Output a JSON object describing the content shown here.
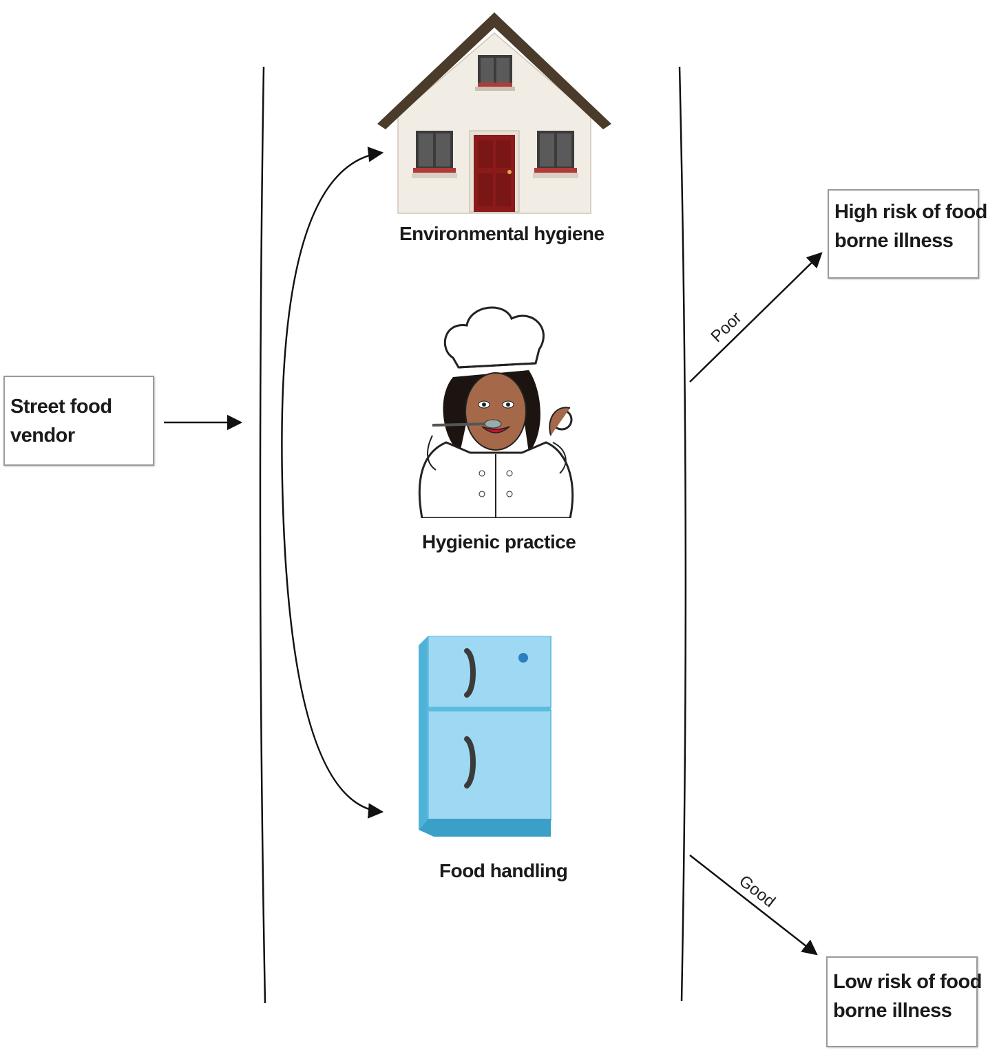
{
  "nodes": {
    "vendor": {
      "lines": [
        "Street food",
        "vendor"
      ]
    },
    "high_risk": {
      "lines": [
        "High risk of food",
        "borne illness"
      ]
    },
    "low_risk": {
      "lines": [
        "Low risk of food",
        "borne illness"
      ]
    }
  },
  "factors": {
    "environmental": {
      "caption": "Environmental hygiene",
      "icon": "house-icon"
    },
    "practice": {
      "caption": "Hygienic practice",
      "icon": "chef-icon"
    },
    "handling": {
      "caption": "Food handling",
      "icon": "refrigerator-icon"
    }
  },
  "edges": {
    "poor": "Poor",
    "good": "Good"
  },
  "colors": {
    "line": "#111111",
    "fridge": "#8fd0f0",
    "door": "#8b1a1a",
    "roof": "#4a3b2a"
  }
}
